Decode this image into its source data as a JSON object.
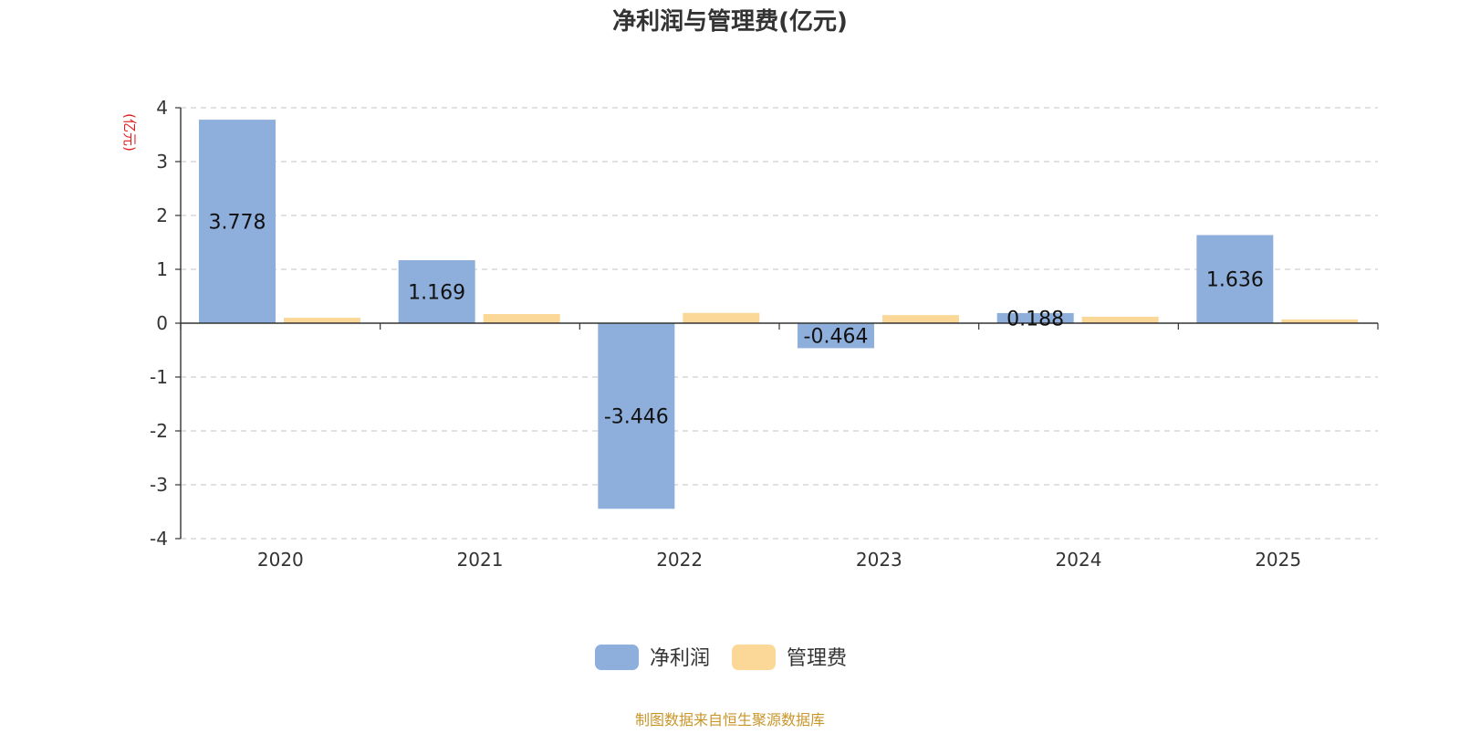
{
  "chart_data": {
    "type": "bar",
    "title": "净利润与管理费(亿元)",
    "ylabel": "(亿元)",
    "categories": [
      "2020",
      "2021",
      "2022",
      "2023",
      "2024",
      "2025"
    ],
    "series": [
      {
        "name": "净利润",
        "values": [
          3.778,
          1.169,
          -3.446,
          -0.464,
          0.188,
          1.636
        ],
        "labels": [
          "3.778",
          "1.169",
          "-3.446",
          "-0.464",
          "0.188",
          "1.636"
        ],
        "color": "#8eaedb"
      },
      {
        "name": "管理费",
        "values": [
          0.1,
          0.17,
          0.19,
          0.15,
          0.12,
          0.07
        ],
        "color": "#fcd898"
      }
    ],
    "ylim": [
      -4,
      4
    ],
    "yticks": [
      4,
      3,
      2,
      1,
      0,
      -1,
      -2,
      -3,
      -4
    ],
    "grid": true,
    "legend_position": "bottom-center"
  },
  "source_note": "制图数据来自恒生聚源数据库"
}
